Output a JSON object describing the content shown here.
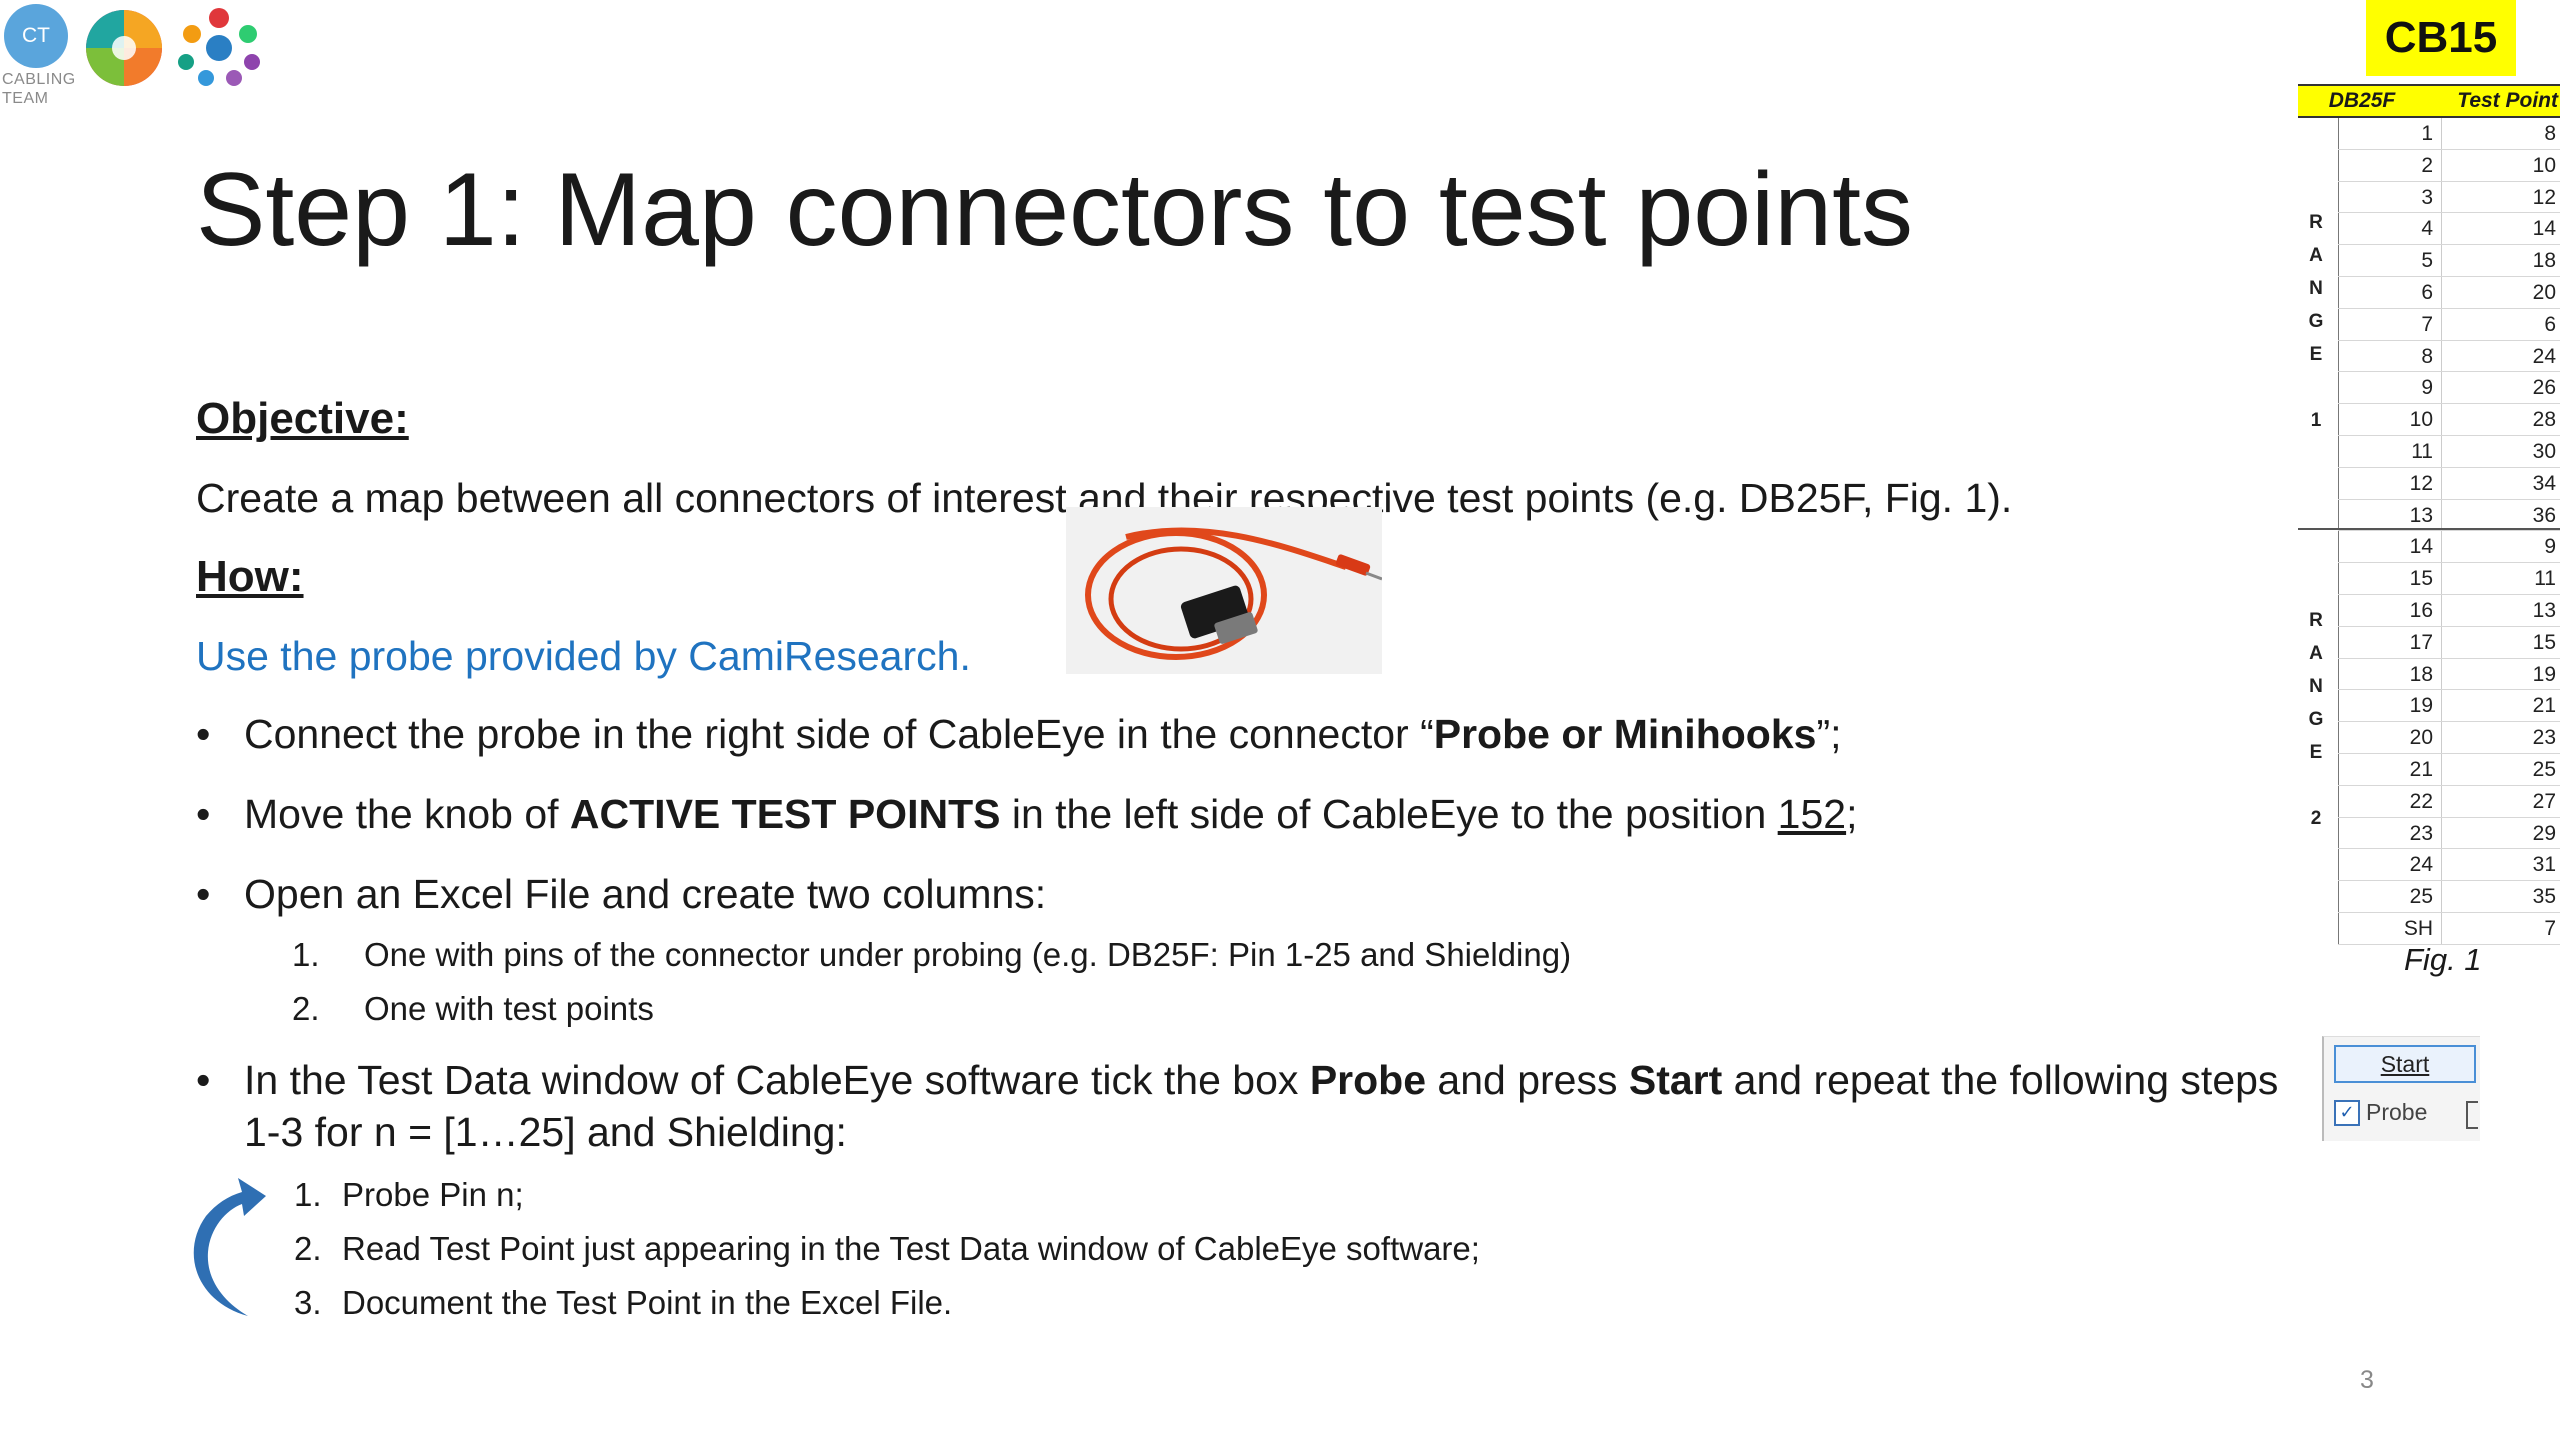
{
  "logo": {
    "initials": "CT",
    "caption_line1": "CABLING",
    "caption_line2": "TEAM"
  },
  "slide": {
    "title": "Step 1: Map connectors to test points",
    "objective_heading": "Objective:",
    "objective_text": "Create a map between all connectors of interest and their respective test points (e.g. DB25F, Fig. 1).",
    "how_heading": "How:",
    "how_text": "Use the probe provided by CamiResearch.",
    "bullet_glyph": "•",
    "bullet1": {
      "pre": "Connect the probe in the right side of CableEye in the connector “",
      "bold": "Probe or Minihooks",
      "post": "”;"
    },
    "bullet2": {
      "pre": "Move the knob of ",
      "bold": "ACTIVE TEST POINTS",
      "mid": " in the left side of CableEye to the position ",
      "underline": "152",
      "post": ";"
    },
    "bullet3": "Open an Excel File and create two columns:",
    "bullet3_items": [
      {
        "num": "1.",
        "text": "One with pins of the connector under probing (e.g. DB25F: Pin 1-25 and Shielding)"
      },
      {
        "num": "2.",
        "text": "One with test points"
      }
    ],
    "bullet4": {
      "pre": "In the Test Data window of CableEye software tick the box ",
      "bold1": "Probe",
      "mid": " and press ",
      "bold2": "Start",
      "post": " and repeat the following steps 1-3 for n = [1…25] and Shielding:"
    },
    "steps": [
      {
        "num": "1.",
        "text": "Probe Pin n;"
      },
      {
        "num": "2.",
        "text": "Read Test Point just appearing in the Test Data window of CableEye software;"
      },
      {
        "num": "3.",
        "text": "Document the Test Point in the Excel File."
      }
    ],
    "page_number": "3"
  },
  "badge": {
    "label": "CB15",
    "color": "#ffff00"
  },
  "table": {
    "header_col1": "DB25F",
    "header_col2": "Test Point",
    "range1_letters": [
      "R",
      "A",
      "N",
      "G",
      "E",
      "",
      "1"
    ],
    "range2_letters": [
      "R",
      "A",
      "N",
      "G",
      "E",
      "",
      "2"
    ],
    "rows": [
      {
        "pin": "1",
        "tp": "8"
      },
      {
        "pin": "2",
        "tp": "10"
      },
      {
        "pin": "3",
        "tp": "12"
      },
      {
        "pin": "4",
        "tp": "14"
      },
      {
        "pin": "5",
        "tp": "18"
      },
      {
        "pin": "6",
        "tp": "20"
      },
      {
        "pin": "7",
        "tp": "6"
      },
      {
        "pin": "8",
        "tp": "24"
      },
      {
        "pin": "9",
        "tp": "26"
      },
      {
        "pin": "10",
        "tp": "28"
      },
      {
        "pin": "11",
        "tp": "30"
      },
      {
        "pin": "12",
        "tp": "34"
      },
      {
        "pin": "13",
        "tp": "36"
      },
      {
        "pin": "14",
        "tp": "9"
      },
      {
        "pin": "15",
        "tp": "11"
      },
      {
        "pin": "16",
        "tp": "13"
      },
      {
        "pin": "17",
        "tp": "15"
      },
      {
        "pin": "18",
        "tp": "19"
      },
      {
        "pin": "19",
        "tp": "21"
      },
      {
        "pin": "20",
        "tp": "23"
      },
      {
        "pin": "21",
        "tp": "25"
      },
      {
        "pin": "22",
        "tp": "27"
      },
      {
        "pin": "23",
        "tp": "29"
      },
      {
        "pin": "24",
        "tp": "31"
      },
      {
        "pin": "25",
        "tp": "35"
      },
      {
        "pin": "SH",
        "tp": "7"
      }
    ],
    "caption": "Fig. 1"
  },
  "widget": {
    "start_label": "Start",
    "probe_label": "Probe",
    "probe_checked": true,
    "check_glyph": "✓"
  },
  "colors": {
    "accent_blue": "#1f73c0",
    "highlight_yellow": "#ffff00",
    "arrow_blue": "#2f6fb3"
  }
}
